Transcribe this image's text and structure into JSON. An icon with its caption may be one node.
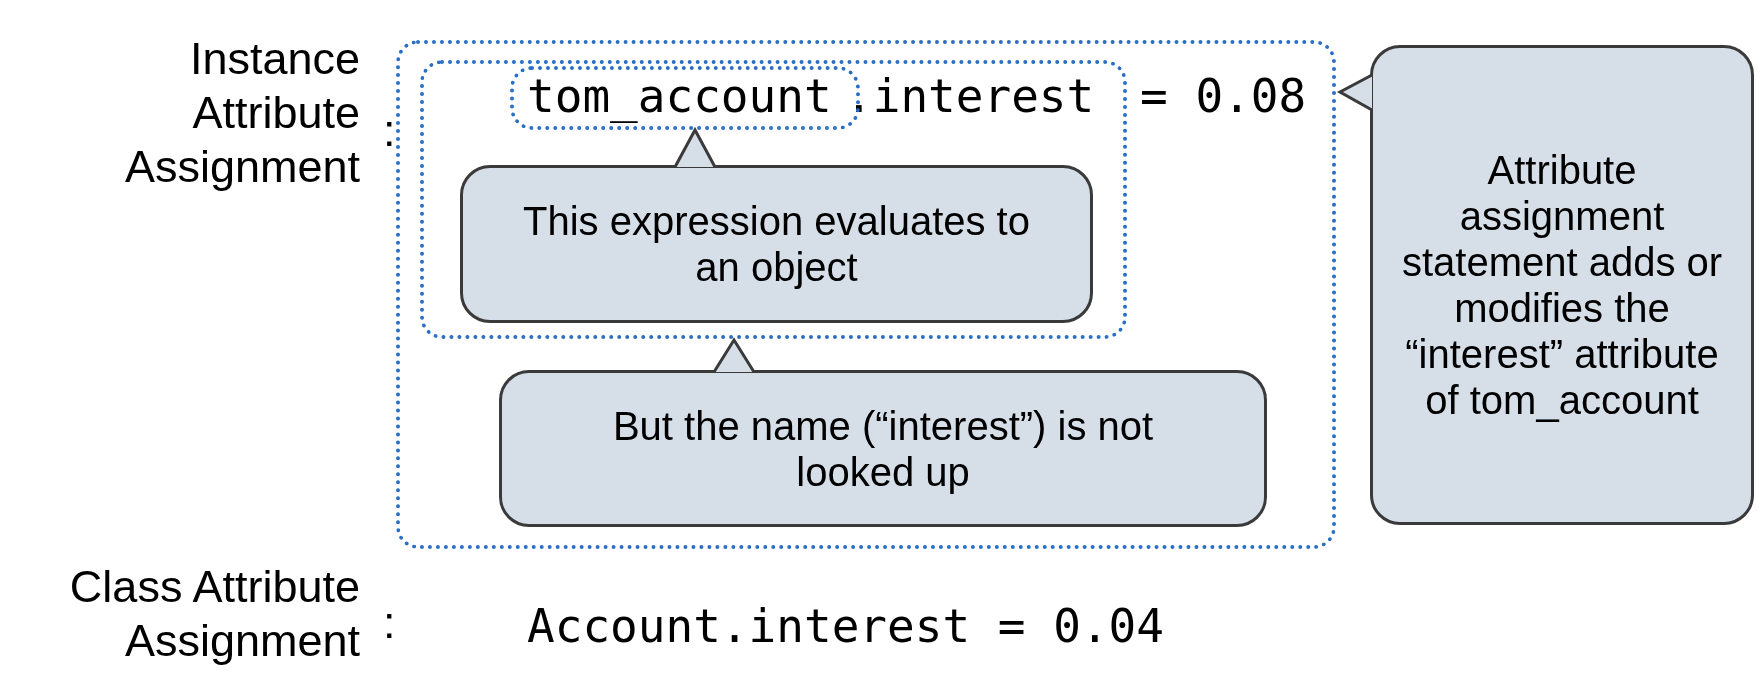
{
  "diagram": {
    "nodes": [
      {
        "text": [
          "= 0.08"
        ]
      },
      {
        "text": [
          ".interest"
        ],
        "in": 0
      },
      {
        "text": [
          "tom_account"
        ],
        "in": 1
      },
      {
        "text": [
          "This expression evaluates to an object"
        ],
        "in": 1
      },
      {
        "text": [
          "But the name (“interest”) is not looked up"
        ],
        "in": 0
      },
      {
        "text": [
          "Attribute assignment statement adds or modifies the “interest” attribute of tom_account"
        ]
      }
    ],
    "edges": [
      {
        "from": 3,
        "to": 2,
        "arrow": "to"
      },
      {
        "from": 4,
        "to": 1,
        "arrow": "to"
      },
      {
        "from": 5,
        "to": 0,
        "arrow": "to"
      }
    ],
    "labels": [
      "Instance Attribute Assignment",
      ":",
      "Class Attribute Assignment",
      ":",
      "Account.interest = 0.04"
    ]
  }
}
